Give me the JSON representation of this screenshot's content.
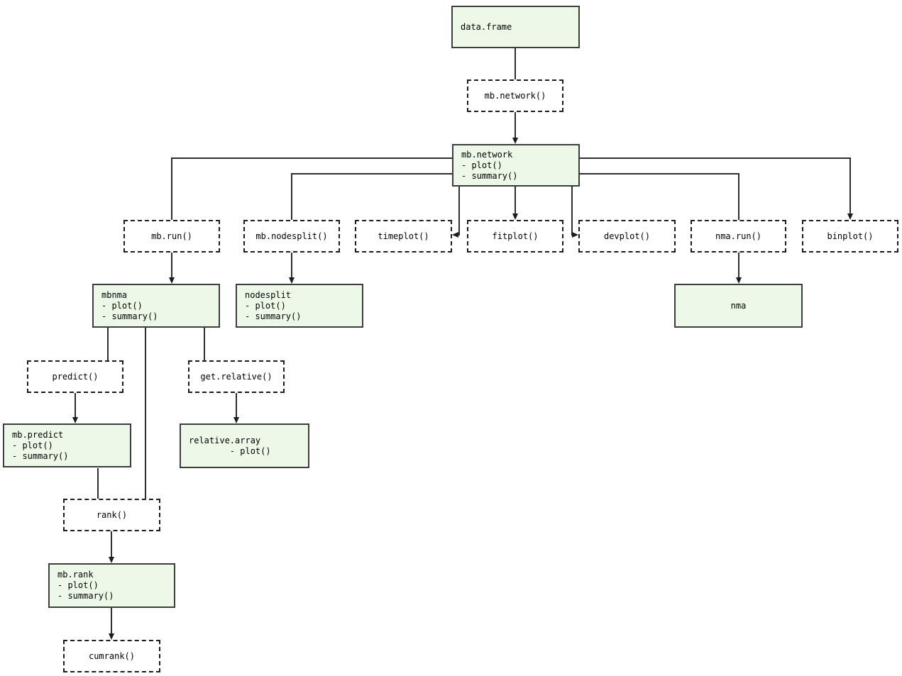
{
  "colors": {
    "background": "#ffffff",
    "object_box_fill": "#edf9e8",
    "object_box_border": "#3d3d3d",
    "function_box_border": "#1c1c1c",
    "connector": "#2e2e2e",
    "text": "#000000"
  },
  "nodes": {
    "data_frame": {
      "label": "data.frame",
      "type": "object"
    },
    "mb_network_fn": {
      "label": "mb.network()",
      "type": "function"
    },
    "mb_network": {
      "label": "mb.network\n- plot()\n- summary()",
      "type": "object"
    },
    "mb_run": {
      "label": "mb.run()",
      "type": "function"
    },
    "mb_nodesplit": {
      "label": "mb.nodesplit()",
      "type": "function"
    },
    "timeplot": {
      "label": "timeplot()",
      "type": "function"
    },
    "fitplot": {
      "label": "fitplot()",
      "type": "function"
    },
    "devplot": {
      "label": "devplot()",
      "type": "function"
    },
    "nma_run": {
      "label": "nma.run()",
      "type": "function"
    },
    "binplot": {
      "label": "binplot()",
      "type": "function"
    },
    "mbnma": {
      "label": "mbnma\n- plot()\n- summary()",
      "type": "object"
    },
    "nodesplit": {
      "label": "nodesplit\n- plot()\n- summary()",
      "type": "object"
    },
    "nma": {
      "label": "nma",
      "type": "object"
    },
    "predict": {
      "label": "predict()",
      "type": "function"
    },
    "get_relative": {
      "label": "get.relative()",
      "type": "function"
    },
    "mb_predict": {
      "label": "mb.predict\n- plot()\n- summary()",
      "type": "object"
    },
    "relative_array": {
      "label": "relative.array\n        - plot()",
      "type": "object"
    },
    "rank": {
      "label": "rank()",
      "type": "function"
    },
    "mb_rank": {
      "label": "mb.rank\n- plot()\n- summary()",
      "type": "object"
    },
    "cumrank": {
      "label": "cumrank()",
      "type": "function"
    }
  },
  "edges": [
    {
      "from": "data_frame",
      "to": "mb_network_fn",
      "arrow": false
    },
    {
      "from": "mb_network_fn",
      "to": "mb_network",
      "arrow": true
    },
    {
      "from": "mb_network",
      "to": "mb_run",
      "arrow": false
    },
    {
      "from": "mb_network",
      "to": "mb_nodesplit",
      "arrow": false
    },
    {
      "from": "mb_network",
      "to": "timeplot",
      "arrow": true
    },
    {
      "from": "mb_network",
      "to": "fitplot",
      "arrow": true
    },
    {
      "from": "mb_network",
      "to": "devplot",
      "arrow": true
    },
    {
      "from": "mb_network",
      "to": "nma_run",
      "arrow": false
    },
    {
      "from": "mb_network",
      "to": "binplot",
      "arrow": true
    },
    {
      "from": "mb_run",
      "to": "mbnma",
      "arrow": true
    },
    {
      "from": "mb_nodesplit",
      "to": "nodesplit",
      "arrow": true
    },
    {
      "from": "nma_run",
      "to": "nma",
      "arrow": true
    },
    {
      "from": "mbnma",
      "to": "predict",
      "arrow": false
    },
    {
      "from": "mbnma",
      "to": "rank",
      "arrow": false
    },
    {
      "from": "mbnma",
      "to": "get_relative",
      "arrow": false
    },
    {
      "from": "predict",
      "to": "mb_predict",
      "arrow": true
    },
    {
      "from": "get_relative",
      "to": "relative_array",
      "arrow": true
    },
    {
      "from": "mb_predict",
      "to": "rank",
      "arrow": false
    },
    {
      "from": "rank",
      "to": "mb_rank",
      "arrow": true
    },
    {
      "from": "mb_rank",
      "to": "cumrank",
      "arrow": true
    }
  ]
}
